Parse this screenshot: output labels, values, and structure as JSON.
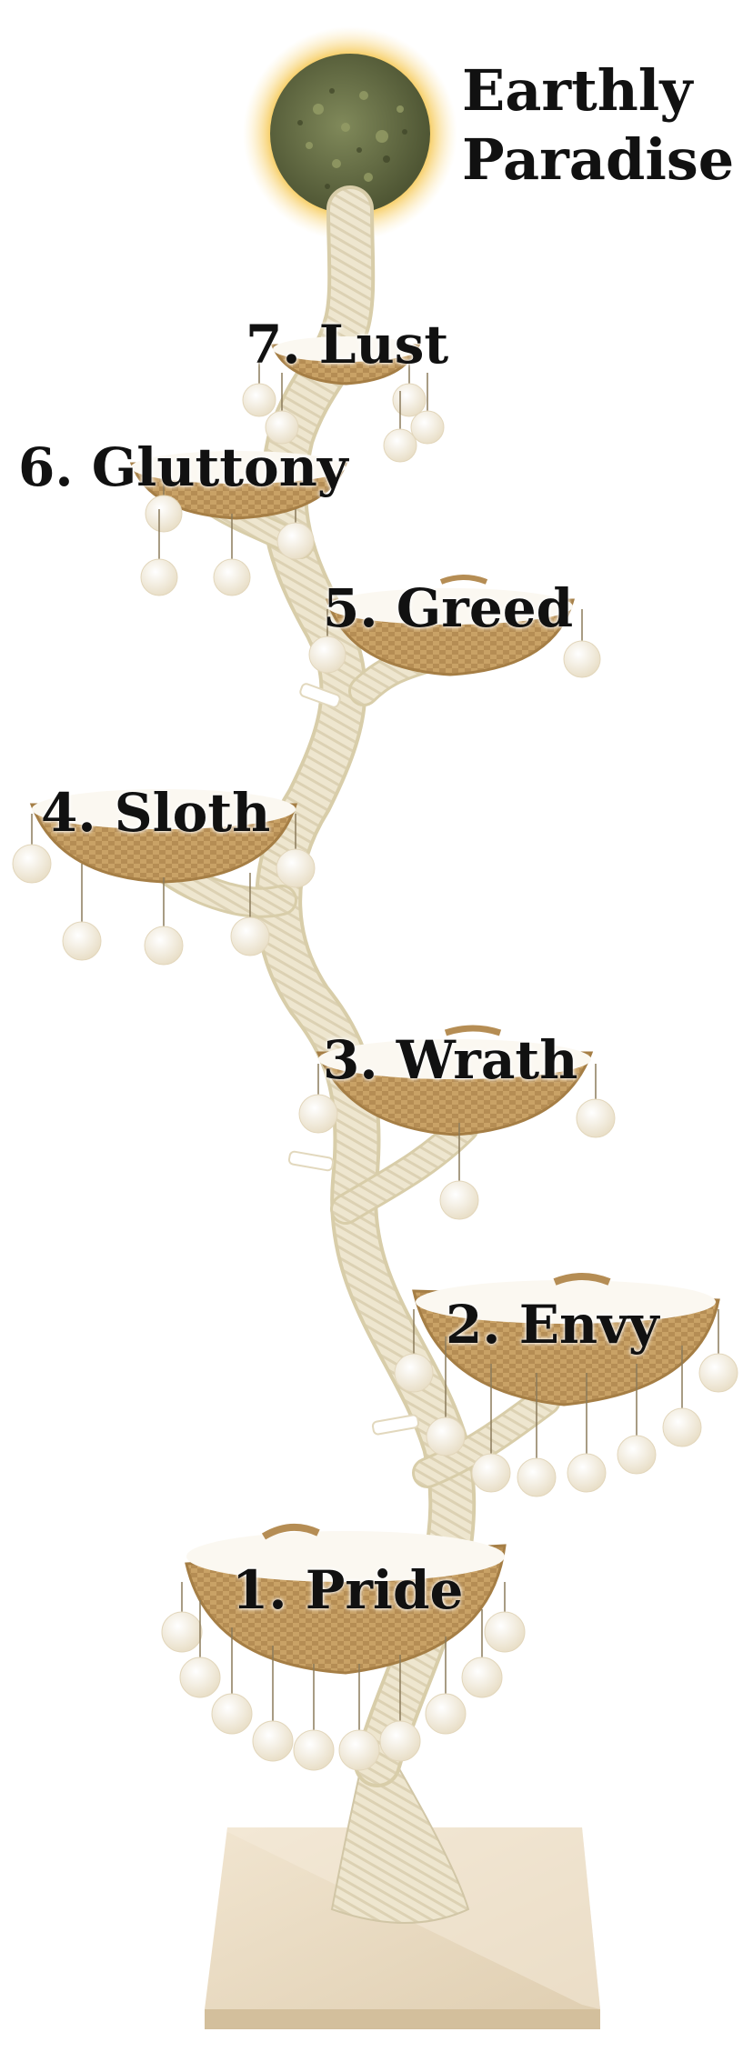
{
  "title": {
    "line1": "Earthly",
    "line2": "Paradise"
  },
  "levels": [
    {
      "label": "1. Pride"
    },
    {
      "label": "2. Envy"
    },
    {
      "label": "3. Wrath"
    },
    {
      "label": "4. Sloth"
    },
    {
      "label": "5. Greed"
    },
    {
      "label": "6. Gluttony"
    },
    {
      "label": "7. Lust"
    }
  ],
  "colors": {
    "rope": "#eee6cf",
    "rope_shadow": "#d6cba8",
    "wicker": "#c9a266",
    "wicker_dark": "#a57e45",
    "cushion": "#fbf8f1",
    "pompom": "#f7f0df",
    "base": "#eadcc4",
    "base_edge": "#d7c4a3",
    "sun_glow": "#f6c64a",
    "herb": "#6d7446",
    "text": "#111111"
  },
  "icons": {
    "sun": "catnip-sun-icon"
  }
}
